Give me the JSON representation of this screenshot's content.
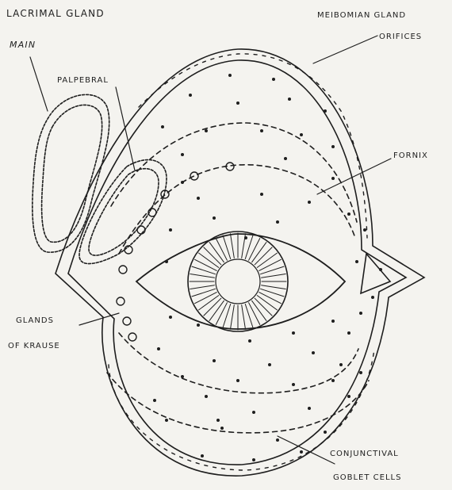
{
  "labels": {
    "lacrimal_gland": "LACRIMAL GLAND",
    "main": "MAIN",
    "palpebral": "PALPEBRAL",
    "meibomian_gland": "MEIBOMIAN GLAND",
    "orifices": "ORIFICES",
    "fornix": "FORNIX",
    "glands": "GLANDS",
    "of_krause": "OF KRAUSE",
    "conjunctival": "CONJUNCTIVAL",
    "goblet_cells": "GOBLET CELLS"
  },
  "colors": {
    "ink": "#1e1e1e",
    "paper": "#f4f3ef"
  }
}
